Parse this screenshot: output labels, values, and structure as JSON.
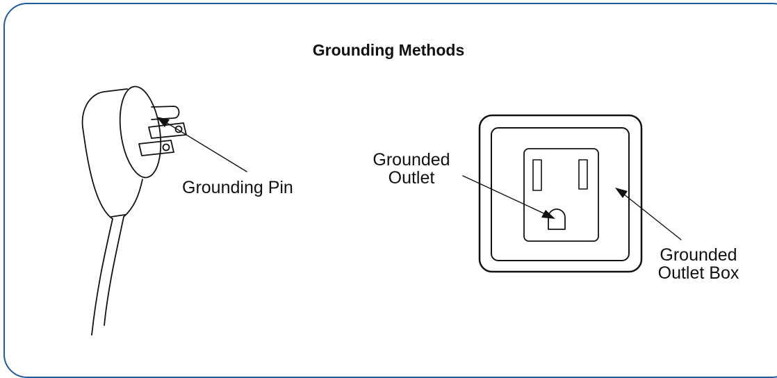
{
  "title": "Grounding Methods",
  "labels": {
    "grounding_pin": "Grounding Pin",
    "grounded_outlet": "Grounded\nOutlet",
    "grounded_outlet_box": "Grounded\nOutlet Box"
  },
  "colors": {
    "frame_border": "#1f5a9e",
    "line_art": "#111111",
    "background": "#ffffff"
  }
}
